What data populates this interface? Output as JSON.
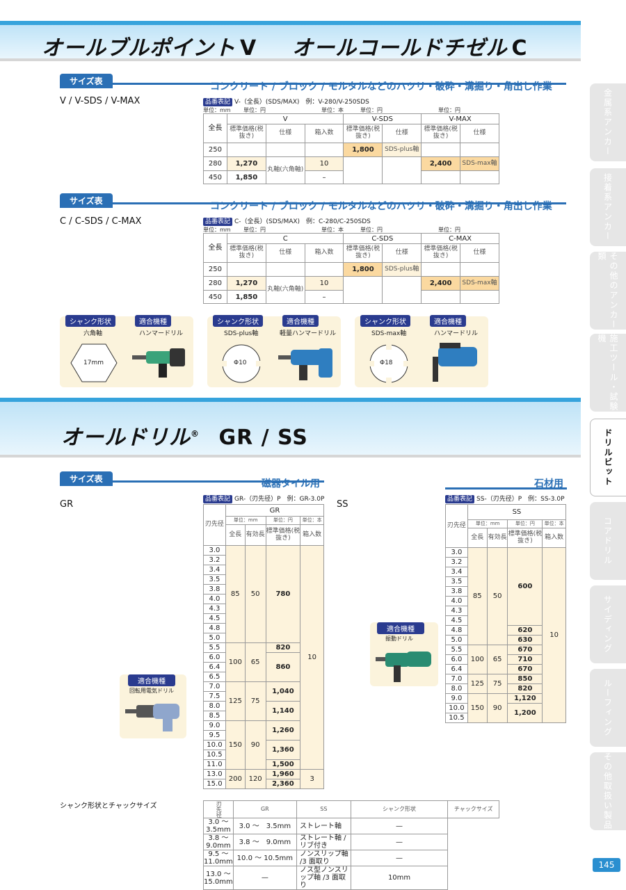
{
  "banner1": {
    "title_a": "オールブルポイント",
    "latin_a": "V",
    "title_b": "オールコールドチゼル",
    "latin_b": "C"
  },
  "banner2": {
    "title": "オールドリル",
    "reg": "®",
    "latin": "GR / SS"
  },
  "v_section": {
    "badge": "サイズ表",
    "heading": "コンクリート / ブロック / モルタルなどのハツリ・破砕・溝掘り・角出し作業",
    "model": "V / V-SDS / V-MAX",
    "hinban_label": "品番表記",
    "hinban": "V-（全長）(SDS/MAX)　例：V-280/V-250SDS",
    "units": [
      "単位：mm",
      "単位：円",
      "単位：本",
      "単位：円",
      "単位：円"
    ],
    "groups": [
      "V",
      "V-SDS",
      "V-MAX"
    ],
    "col_len": "全長",
    "col_price": "標準価格(税抜き)",
    "col_spec": "仕様",
    "col_qty": "箱入数",
    "rows": [
      {
        "len": "250",
        "sds_price": "1,800",
        "sds_spec": "SDS-plus軸"
      },
      {
        "len": "280",
        "price": "1,270",
        "qty": "10",
        "max_price": "2,400",
        "max_spec": "SDS-max軸"
      },
      {
        "len": "450",
        "price": "1,850",
        "qty": "–"
      }
    ],
    "spec_merged": "丸軸(六角軸)"
  },
  "c_section": {
    "badge": "サイズ表",
    "heading": "コンクリート / ブロック / モルタルなどのハツリ・破砕・溝掘り・角出し作業",
    "model": "C / C-SDS / C-MAX",
    "hinban_label": "品番表記",
    "hinban": "C-（全長）(SDS/MAX)　例：C-280/C-250SDS",
    "groups": [
      "C",
      "C-SDS",
      "C-MAX"
    ],
    "rows": [
      {
        "len": "250",
        "sds_price": "1,800",
        "sds_spec": "SDS-plus軸"
      },
      {
        "len": "280",
        "price": "1,270",
        "qty": "10",
        "max_price": "2,400",
        "max_spec": "SDS-max軸"
      },
      {
        "len": "450",
        "price": "1,850",
        "qty": "–"
      }
    ],
    "spec_merged": "丸軸(六角軸)"
  },
  "shank_boxes": [
    {
      "shank_label": "シャンク形状",
      "shank": "六角軸",
      "size": "17mm",
      "tool_label": "適合機種",
      "tool": "ハンマードリル"
    },
    {
      "shank_label": "シャンク形状",
      "shank": "SDS-plus軸",
      "size": "Φ10",
      "tool_label": "適合機種",
      "tool": "軽量ハンマードリル"
    },
    {
      "shank_label": "シャンク形状",
      "shank": "SDS-max軸",
      "size": "Φ18",
      "tool_label": "適合機種",
      "tool": "ハンマードリル"
    }
  ],
  "gr": {
    "badge": "サイズ表",
    "heading": "磁器タイル用",
    "model": "GR",
    "hinban_label": "品番表記",
    "hinban": "GR-（刃先径）P　例：GR-3.0P",
    "group": "GR",
    "col_dia": "刃先径",
    "u1": "単位：mm",
    "u2": "単位：円",
    "u3": "単位：本",
    "col_len": "全長",
    "col_eff": "有効長",
    "col_price": "標準価格(税抜き)",
    "col_qty": "箱入数",
    "dias": [
      "3.0",
      "3.2",
      "3.4",
      "3.5",
      "3.8",
      "4.0",
      "4.3",
      "4.5",
      "4.8",
      "5.0",
      "5.5",
      "6.0",
      "6.4",
      "6.5",
      "7.0",
      "7.5",
      "8.0",
      "8.5",
      "9.0",
      "9.5",
      "10.0",
      "10.5",
      "11.0",
      "13.0",
      "15.0"
    ],
    "lens": [
      "85",
      "100",
      "125",
      "150",
      "200"
    ],
    "effs": [
      "50",
      "65",
      "75",
      "90",
      "120"
    ],
    "prices": [
      "780",
      "820",
      "860",
      "1,040",
      "1,140",
      "1,260",
      "1,360",
      "1,500",
      "1,960",
      "2,360"
    ],
    "qtys": [
      "10",
      "3"
    ],
    "tool_label": "適合機種",
    "tool": "回転用電気ドリル"
  },
  "ss": {
    "heading": "石材用",
    "model": "SS",
    "hinban_label": "品番表記",
    "hinban": "SS-（刃先径）P　例：SS-3.0P",
    "group": "SS",
    "col_dia": "刃先径",
    "u1": "単位：mm",
    "u2": "単位：円",
    "u3": "単位：本",
    "col_len": "全長",
    "col_eff": "有効長",
    "col_price": "標準価格(税抜き)",
    "col_qty": "箱入数",
    "dias": [
      "3.0",
      "3.2",
      "3.4",
      "3.5",
      "3.8",
      "4.0",
      "4.3",
      "4.5",
      "4.8",
      "5.0",
      "5.5",
      "6.0",
      "6.4",
      "7.0",
      "8.0",
      "9.0",
      "10.0",
      "10.5"
    ],
    "lens": [
      "85",
      "100",
      "125",
      "150"
    ],
    "effs": [
      "50",
      "65",
      "75",
      "90"
    ],
    "prices": [
      "600",
      "620",
      "630",
      "670",
      "710",
      "670",
      "850",
      "820",
      "1,120",
      "1,200"
    ],
    "qty": "10",
    "tool_label": "適合機種",
    "tool": "振動ドリル"
  },
  "shank_chuck": {
    "title": "シャンク形状とチャックサイズ",
    "side": "刃先径",
    "headers": [
      "GR",
      "SS",
      "シャンク形状",
      "チャックサイズ"
    ],
    "rows": [
      [
        "3.0 〜　3.5mm",
        "3.0 〜　3.5mm",
        "ストレート軸",
        "—"
      ],
      [
        "3.8 〜　9.0mm",
        "3.8 〜　9.0mm",
        "ストレート軸 / リブ付き",
        "—"
      ],
      [
        "9.5 〜 11.0mm",
        "10.0 〜 10.5mm",
        "ノンスリップ軸 /3 面取り",
        "—"
      ],
      [
        "13.0 〜 15.0mm",
        "—",
        "ノス型ノンスリップ軸 /3 面取り",
        "10mm"
      ]
    ]
  },
  "side_tabs": [
    "金属系アンカー",
    "接着系アンカー",
    "その他のアンカー類",
    "施工ツール・試験機",
    "ドリルビット",
    "コアドリル",
    "サイディング",
    "ルーフィング",
    "その他取扱い製品"
  ],
  "page_no": "145"
}
